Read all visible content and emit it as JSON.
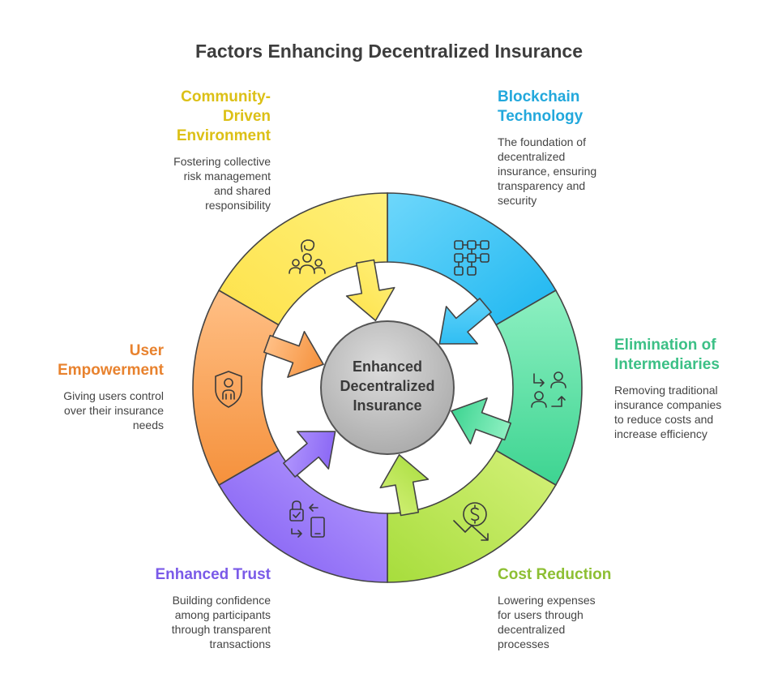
{
  "title": "Factors Enhancing Decentralized Insurance",
  "center": {
    "lines": [
      "Enhanced",
      "Decentralized",
      "Insurance"
    ],
    "color": "#c4c4c4"
  },
  "segments": [
    {
      "title_lines": [
        "Blockchain",
        "Technology"
      ],
      "description_lines": [
        "The foundation of",
        "decentralized",
        "insurance, ensuring",
        "transparency and",
        "security"
      ],
      "color": "#22b8e8",
      "icon": "blockchain-nodes-icon"
    },
    {
      "title_lines": [
        "Elimination of",
        "Intermediaries"
      ],
      "description_lines": [
        "Removing traditional",
        "insurance companies",
        "to reduce costs and",
        "increase efficiency"
      ],
      "color": "#3ecb8a",
      "icon": "people-exchange-icon"
    },
    {
      "title_lines": [
        "Cost Reduction"
      ],
      "description_lines": [
        "Lowering expenses",
        "for users through",
        "decentralized",
        "processes"
      ],
      "color": "#8dc63f",
      "icon": "dollar-decrease-icon"
    },
    {
      "title_lines": [
        "Enhanced Trust"
      ],
      "description_lines": [
        "Building confidence",
        "among participants",
        "through transparent",
        "transactions"
      ],
      "color": "#7b5cf0",
      "icon": "secure-transaction-icon"
    },
    {
      "title_lines": [
        "User",
        "Empowerment"
      ],
      "description_lines": [
        "Giving users control",
        "over their insurance",
        "needs"
      ],
      "color": "#f08c3a",
      "icon": "user-shield-icon"
    },
    {
      "title_lines": [
        "Community-",
        "Driven",
        "Environment"
      ],
      "description_lines": [
        "Fostering collective",
        "risk management",
        "and shared",
        "responsibility"
      ],
      "color": "#e6c414",
      "icon": "community-group-icon"
    }
  ]
}
